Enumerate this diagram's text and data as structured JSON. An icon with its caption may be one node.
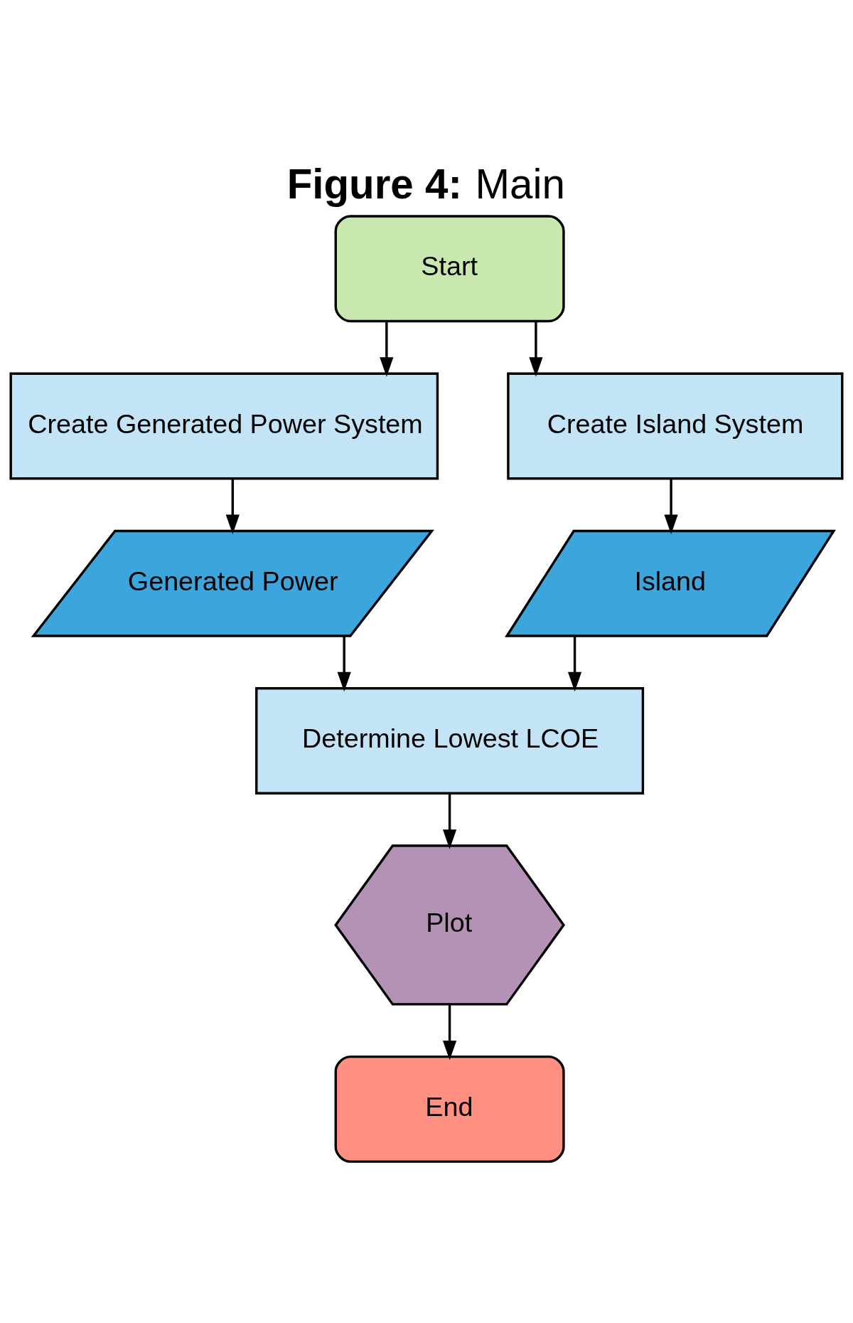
{
  "diagram": {
    "title": "**Figure 4:** Main",
    "nodes": [
      {
        "text": [
          "Start"
        ]
      },
      {
        "text": [
          "Create Generated Power System"
        ]
      },
      {
        "text": [
          "Create Island System"
        ]
      },
      {
        "text": [
          "Generated Power"
        ]
      },
      {
        "text": [
          "Island"
        ]
      },
      {
        "text": [
          "Determine Lowest LCOE"
        ]
      },
      {
        "text": [
          "Plot"
        ]
      },
      {
        "text": [
          "End"
        ]
      }
    ],
    "edges": [
      {
        "from": 0,
        "to": 1,
        "arrow": "to"
      },
      {
        "from": 0,
        "to": 2,
        "arrow": "to"
      },
      {
        "from": 1,
        "to": 3,
        "arrow": "to"
      },
      {
        "from": 2,
        "to": 4,
        "arrow": "to"
      },
      {
        "from": 3,
        "to": 5,
        "arrow": "to"
      },
      {
        "from": 4,
        "to": 5,
        "arrow": "to"
      },
      {
        "from": 5,
        "to": 6,
        "arrow": "to"
      },
      {
        "from": 6,
        "to": 7,
        "arrow": "to"
      }
    ]
  }
}
